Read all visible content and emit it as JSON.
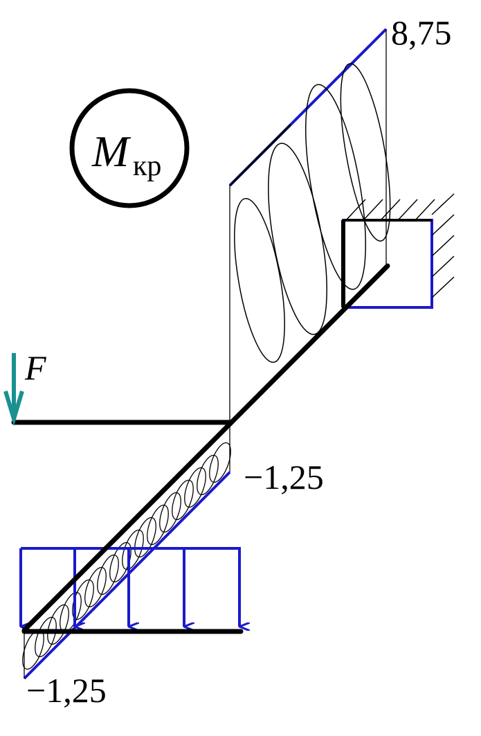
{
  "diagram": {
    "symbol": {
      "letter": "M",
      "subscript": "кр"
    },
    "force_label": "F",
    "values": {
      "top": "8,75",
      "middle": "−1,25",
      "bottom": "−1,25"
    },
    "colors": {
      "beam": "#000000",
      "load": "#1a1acc",
      "force_arrow": "#1a9090",
      "hatch": "#000000"
    }
  }
}
